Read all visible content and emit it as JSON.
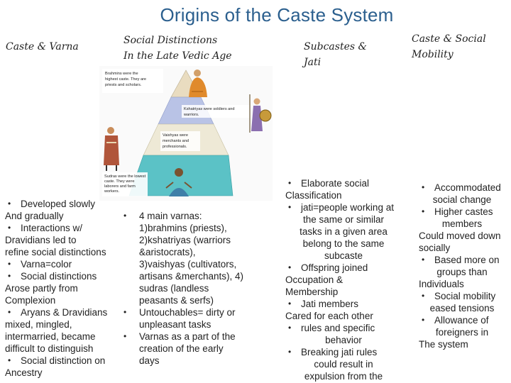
{
  "title": "Origins of the Caste System",
  "headings": {
    "caste_varna": "Caste & Varna",
    "social_distinctions": [
      "Social Distinctions",
      "In the Late Vedic Age"
    ],
    "subcastes": [
      "Subcastes &",
      "Jati"
    ],
    "mobility": [
      "Caste & Social",
      "Mobility"
    ]
  },
  "figure": {
    "labels": {
      "top": [
        "Brahmins were the",
        "highest caste. They are",
        "priests and scholars."
      ],
      "second": [
        "Kshatriyas were soldiers and",
        "warriors."
      ],
      "third": [
        "Vaishyas were",
        "merchants and",
        "professionals."
      ],
      "bottom": [
        "Sudras were the lowest",
        "caste. They were",
        "laborers and farm",
        "workers."
      ]
    }
  },
  "col1": [
    {
      "bullet": true,
      "text": "Developed slowly"
    },
    {
      "bullet": false,
      "text": "And gradually"
    },
    {
      "bullet": true,
      "text": "Interactions w/"
    },
    {
      "bullet": false,
      "text": "Dravidians led to"
    },
    {
      "bullet": false,
      "text": "refine social distinctions"
    },
    {
      "bullet": true,
      "text": "Varna=color"
    },
    {
      "bullet": true,
      "text": "Social distinctions"
    },
    {
      "bullet": false,
      "text": "Arose partly from"
    },
    {
      "bullet": false,
      "text": "Complexion"
    },
    {
      "bullet": true,
      "text": "Aryans & Dravidians"
    },
    {
      "bullet": false,
      "text": "mixed, mingled,"
    },
    {
      "bullet": false,
      "text": "intermarried, became"
    },
    {
      "bullet": false,
      "text": "difficult to distinguish"
    },
    {
      "bullet": true,
      "text": "Social distinction on"
    },
    {
      "bullet": false,
      "text": "Ancestry"
    }
  ],
  "col2": [
    {
      "lines": [
        "4 main varnas:",
        "1)brahmins (priests),",
        "2)kshatriyas (warriors",
        "&aristocrats),",
        "3)vaishyas (cultivators,",
        "artisans &merchants), 4)",
        "sudras (landless",
        "peasants & serfs)"
      ]
    },
    {
      "lines": [
        "Untouchables= dirty or",
        "unpleasant tasks"
      ]
    },
    {
      "lines": [
        "Varnas as a part of the",
        "creation of the early",
        "days"
      ]
    }
  ],
  "col3": [
    {
      "bullet": true,
      "align": "left",
      "text": "Elaborate social"
    },
    {
      "bullet": false,
      "align": "left",
      "text": "Classification"
    },
    {
      "bullet": true,
      "align": "left",
      "text": "jati=people working at"
    },
    {
      "bullet": false,
      "align": "center",
      "text": "the same or similar"
    },
    {
      "bullet": false,
      "align": "center",
      "text": "tasks in a given area"
    },
    {
      "bullet": false,
      "align": "center",
      "text": "belong to the same"
    },
    {
      "bullet": false,
      "align": "center",
      "text": "subcaste"
    },
    {
      "bullet": true,
      "align": "left",
      "text": "Offspring joined"
    },
    {
      "bullet": false,
      "align": "left",
      "text": "Occupation &"
    },
    {
      "bullet": false,
      "align": "left",
      "text": "Membership"
    },
    {
      "bullet": true,
      "align": "left",
      "text": "Jati members"
    },
    {
      "bullet": false,
      "align": "left",
      "text": "Cared for each other"
    },
    {
      "bullet": true,
      "align": "left",
      "text": "rules and specific"
    },
    {
      "bullet": false,
      "align": "center",
      "text": "behavior"
    },
    {
      "bullet": true,
      "align": "left",
      "text": "Breaking jati rules"
    },
    {
      "bullet": false,
      "align": "center",
      "text": "could result in"
    },
    {
      "bullet": false,
      "align": "center",
      "text": "expulsion from the"
    }
  ],
  "col4": [
    {
      "bullet": true,
      "align": "left",
      "text": "Accommodated"
    },
    {
      "bullet": false,
      "align": "center",
      "text": "social change"
    },
    {
      "bullet": true,
      "align": "left",
      "text": "Higher castes"
    },
    {
      "bullet": false,
      "align": "center",
      "text": "members"
    },
    {
      "bullet": false,
      "align": "left",
      "text": "Could moved down"
    },
    {
      "bullet": false,
      "align": "left",
      "text": "socially"
    },
    {
      "bullet": true,
      "align": "left",
      "text": "Based more on"
    },
    {
      "bullet": false,
      "align": "center",
      "text": "groups than"
    },
    {
      "bullet": false,
      "align": "left",
      "text": "Individuals"
    },
    {
      "bullet": true,
      "align": "left",
      "text": "Social mobility"
    },
    {
      "bullet": false,
      "align": "center",
      "text": "eased tensions"
    },
    {
      "bullet": true,
      "align": "left",
      "text": "Allowance of"
    },
    {
      "bullet": false,
      "align": "center",
      "text": "foreigners in"
    },
    {
      "bullet": false,
      "align": "left",
      "text": "The system"
    }
  ],
  "colors": {
    "title": "#2b5f8e",
    "tier1": "#e9dcc0",
    "tier2": "#b9c3e6",
    "tier3": "#eee9d6",
    "tier4": "#5bc2c6"
  }
}
